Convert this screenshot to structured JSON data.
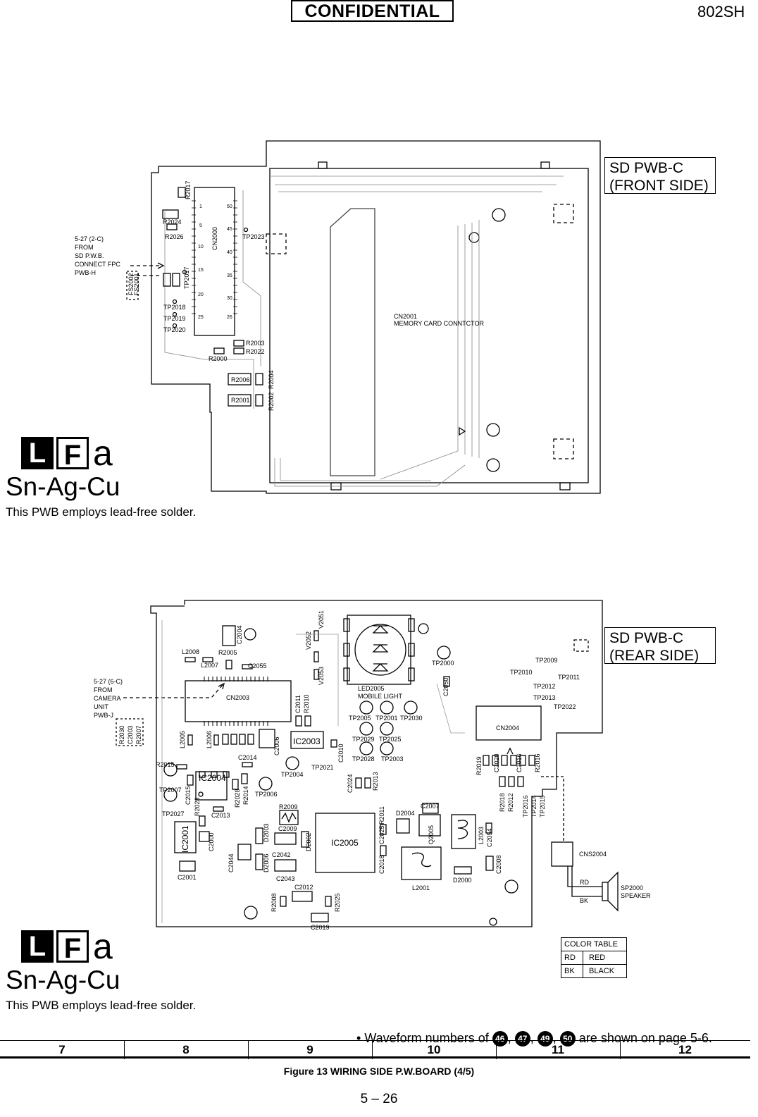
{
  "header": {
    "confidential": "CONFIDENTIAL",
    "model": "802SH"
  },
  "front": {
    "pwb_label_line1": "SD PWB-C",
    "pwb_label_line2": "(FRONT SIDE)",
    "from_note": [
      "5-27 (2-C)",
      "FROM",
      "SD P.W.B.",
      "CONNECT FPC",
      "PWB-H"
    ],
    "connector_main": "CN2001",
    "connector_main_desc": "MEMORY CARD CONNTCTOR",
    "connector_small": "CN2000",
    "parts": [
      "R2017",
      "R2024",
      "R2026",
      "TP2023",
      "TP2017",
      "TP2018",
      "TP2019",
      "TP2020",
      "FS2002",
      "FS2001",
      "R2003",
      "R2022",
      "R2000",
      "R2006",
      "R2001",
      "R2004",
      "R2002"
    ],
    "pin_numbers": [
      "1",
      "5",
      "10",
      "15",
      "20",
      "25",
      "50",
      "45",
      "40",
      "35",
      "30",
      "26"
    ]
  },
  "rear": {
    "pwb_label_line1": "SD PWB-C",
    "pwb_label_line2": "(REAR SIDE)",
    "from_note": [
      "5-27 (6-C)",
      "FROM",
      "CAMERA",
      "UNIT",
      "PWB-J"
    ],
    "connector_left": "CN2003",
    "connector_right": "CN2004",
    "connector_speaker": "CNS2004",
    "led_name": "LED2005",
    "led_desc": "MOBILE LIGHT",
    "ics": [
      "IC2003",
      "IC2004",
      "IC2001",
      "IC2005"
    ],
    "parts": [
      "C2004",
      "V2052",
      "V2051",
      "V2053",
      "TP2000",
      "L2008",
      "R2005",
      "L2007",
      "C2055",
      "C2050",
      "C2011",
      "R2010",
      "TP2005",
      "TP2001",
      "TP2030",
      "TP2029",
      "TP2025",
      "TP2028",
      "TP2003",
      "L2005",
      "L2006",
      "C2006",
      "C2010",
      "R2015",
      "C2014",
      "TP2004",
      "TP2021",
      "TP2007",
      "C2015",
      "R2028",
      "R2014",
      "TP2006",
      "C2024",
      "R2013",
      "TP2027",
      "R2023",
      "C2013",
      "C2000",
      "R2009",
      "C2009",
      "C2044",
      "D2003",
      "D2002",
      "C2042",
      "D2006",
      "C2043",
      "C2001",
      "C2025",
      "R2011",
      "D2004",
      "C2007",
      "Q2005",
      "L2003",
      "C2054",
      "C2018",
      "L2001",
      "D2000",
      "C2008",
      "R2008",
      "C2012",
      "R2025",
      "C2019",
      "R2030",
      "C2003",
      "R2007",
      "TP2009",
      "TP2010",
      "TP2011",
      "TP2012",
      "TP2013",
      "TP2022",
      "R2019",
      "C2020",
      "C2016",
      "R2016",
      "R2018",
      "R2012",
      "TP2016",
      "TP2014",
      "TP2015"
    ],
    "speaker_name": "SP2000",
    "speaker_desc": "SPEAKER",
    "wire_rd": "RD",
    "wire_bk": "BK",
    "color_table": {
      "title": "COLOR TABLE",
      "rows": [
        [
          "RD",
          "RED"
        ],
        [
          "BK",
          "BLACK"
        ]
      ]
    }
  },
  "solder_badge": {
    "l": "L",
    "f": "F",
    "a": "a",
    "alloy": "Sn-Ag-Cu",
    "note": "This PWB employs lead-free solder."
  },
  "footer": {
    "waveform_prefix": "Waveform numbers of",
    "waveform_numbers": [
      "46",
      "47",
      "49",
      "50"
    ],
    "waveform_suffix": "are shown on page 5-6.",
    "grid_columns": [
      "7",
      "8",
      "9",
      "10",
      "11",
      "12"
    ],
    "caption": "Figure 13 WIRING SIDE P.W.BOARD (4/5)",
    "page": "5 – 26"
  }
}
